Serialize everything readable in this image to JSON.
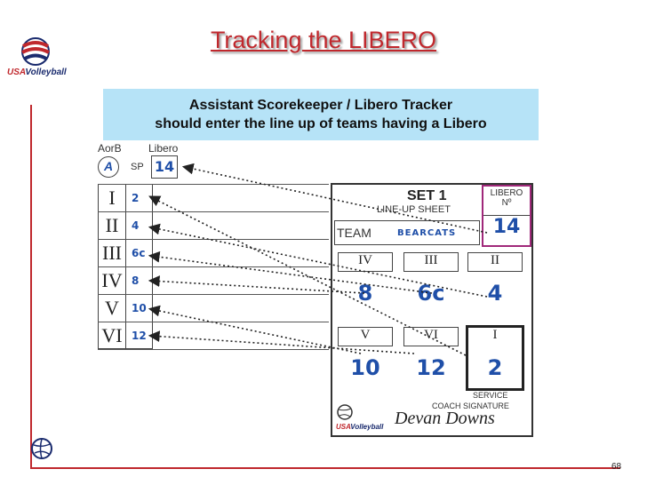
{
  "slide": {
    "title": "Tracking the LIBERO",
    "page_number": "68",
    "banner_line1": "Assistant Scorekeeper / Libero Tracker",
    "banner_line2": "should enter the line up of teams having a Libero"
  },
  "logo": {
    "usa": "USA",
    "brand": "Volleyball",
    "icon": "usa-volleyball-logo-icon"
  },
  "tracker": {
    "aorb_label": "AorB",
    "libero_label": "Libero",
    "team_letter": "A",
    "sp_label": "SP",
    "libero_number": "14",
    "rows": [
      {
        "roman": "I",
        "number": "2"
      },
      {
        "roman": "II",
        "number": "4"
      },
      {
        "roman": "III",
        "number": "6c"
      },
      {
        "roman": "IV",
        "number": "8"
      },
      {
        "roman": "V",
        "number": "10"
      },
      {
        "roman": "VI",
        "number": "12"
      }
    ]
  },
  "sheet": {
    "set_label": "SET 1",
    "lineup_label": "LINE-UP SHEET",
    "libero_header_line1": "LIBERO",
    "libero_header_line2": "Nº",
    "libero_number": "14",
    "team_label": "TEAM",
    "team_name": "BEARCATS",
    "positions_top": [
      {
        "roman": "IV",
        "number": "8"
      },
      {
        "roman": "III",
        "number": "6c"
      },
      {
        "roman": "II",
        "number": "4"
      }
    ],
    "positions_bottom": [
      {
        "roman": "V",
        "number": "10"
      },
      {
        "roman": "VI",
        "number": "12"
      },
      {
        "roman": "I",
        "number": "2"
      }
    ],
    "service_label": "SERVICE",
    "coach_label": "COACH SIGNATURE",
    "coach_signature": "Devan Downs",
    "footer_brand_usa": "USA",
    "footer_brand": "Volleyball"
  },
  "colors": {
    "title": "#c0282d",
    "banner": "#b6e3f7",
    "numbers": "#1f4fa8",
    "libero_box": "#a0287a"
  }
}
